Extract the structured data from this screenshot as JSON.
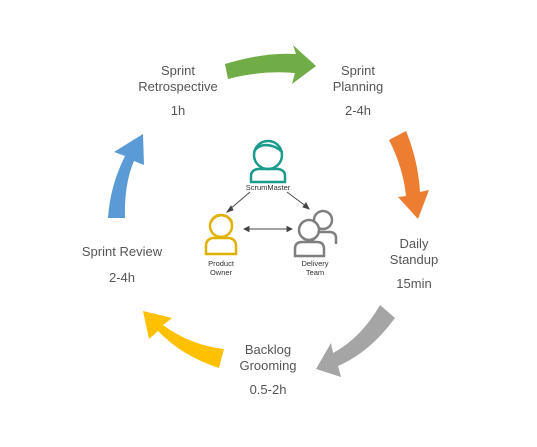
{
  "phases": [
    {
      "id": "sprint-planning",
      "name_line1": "Sprint",
      "name_line2": "Planning",
      "duration": "2-4h",
      "color": "#70ad47"
    },
    {
      "id": "daily-standup",
      "name_line1": "Daily",
      "name_line2": "Standup",
      "duration": "15min",
      "color": "#ed7d31"
    },
    {
      "id": "backlog-grooming",
      "name_line1": "Backlog",
      "name_line2": "Grooming",
      "duration": "0.5-2h",
      "color": "#a5a5a5"
    },
    {
      "id": "sprint-review",
      "name_line1": "Sprint Review",
      "name_line2": "",
      "duration": "2-4h",
      "color": "#ffc000"
    },
    {
      "id": "sprint-retrospective",
      "name_line1": "Sprint",
      "name_line2": "Retrospective",
      "duration": "1h",
      "color": "#5b9bd5"
    }
  ],
  "roles": {
    "scrum_master": {
      "label": "ScrumMaster",
      "color": "#1a9b8c"
    },
    "product_owner": {
      "label_line1": "Product",
      "label_line2": "Owner",
      "color": "#e0b100"
    },
    "delivery_team": {
      "label_line1": "Delivery",
      "label_line2": "Team",
      "color": "#7f7f7f"
    }
  }
}
